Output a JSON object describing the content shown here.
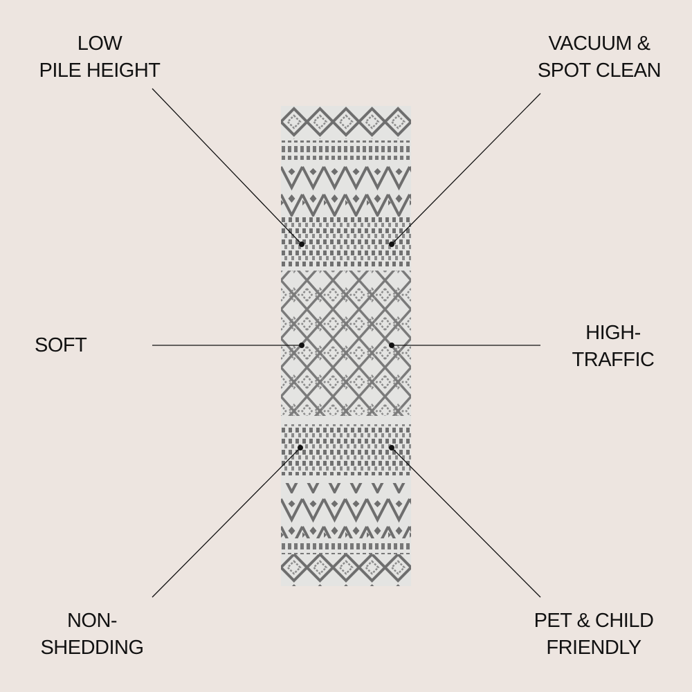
{
  "features": {
    "low_pile": [
      "LOW",
      "PILE HEIGHT"
    ],
    "vacuum": [
      "VACUUM &",
      "SPOT CLEAN"
    ],
    "soft": [
      "SOFT"
    ],
    "high_traffic": [
      "HIGH-",
      "TRAFFIC"
    ],
    "non_shedding": [
      "NON-",
      "SHEDDING"
    ],
    "pet_child": [
      "PET & CHILD",
      "FRIENDLY"
    ]
  },
  "colors": {
    "background": "#ede5e0",
    "rug_base": "#e4e4e2",
    "rug_pattern": "#6e6e6e"
  }
}
